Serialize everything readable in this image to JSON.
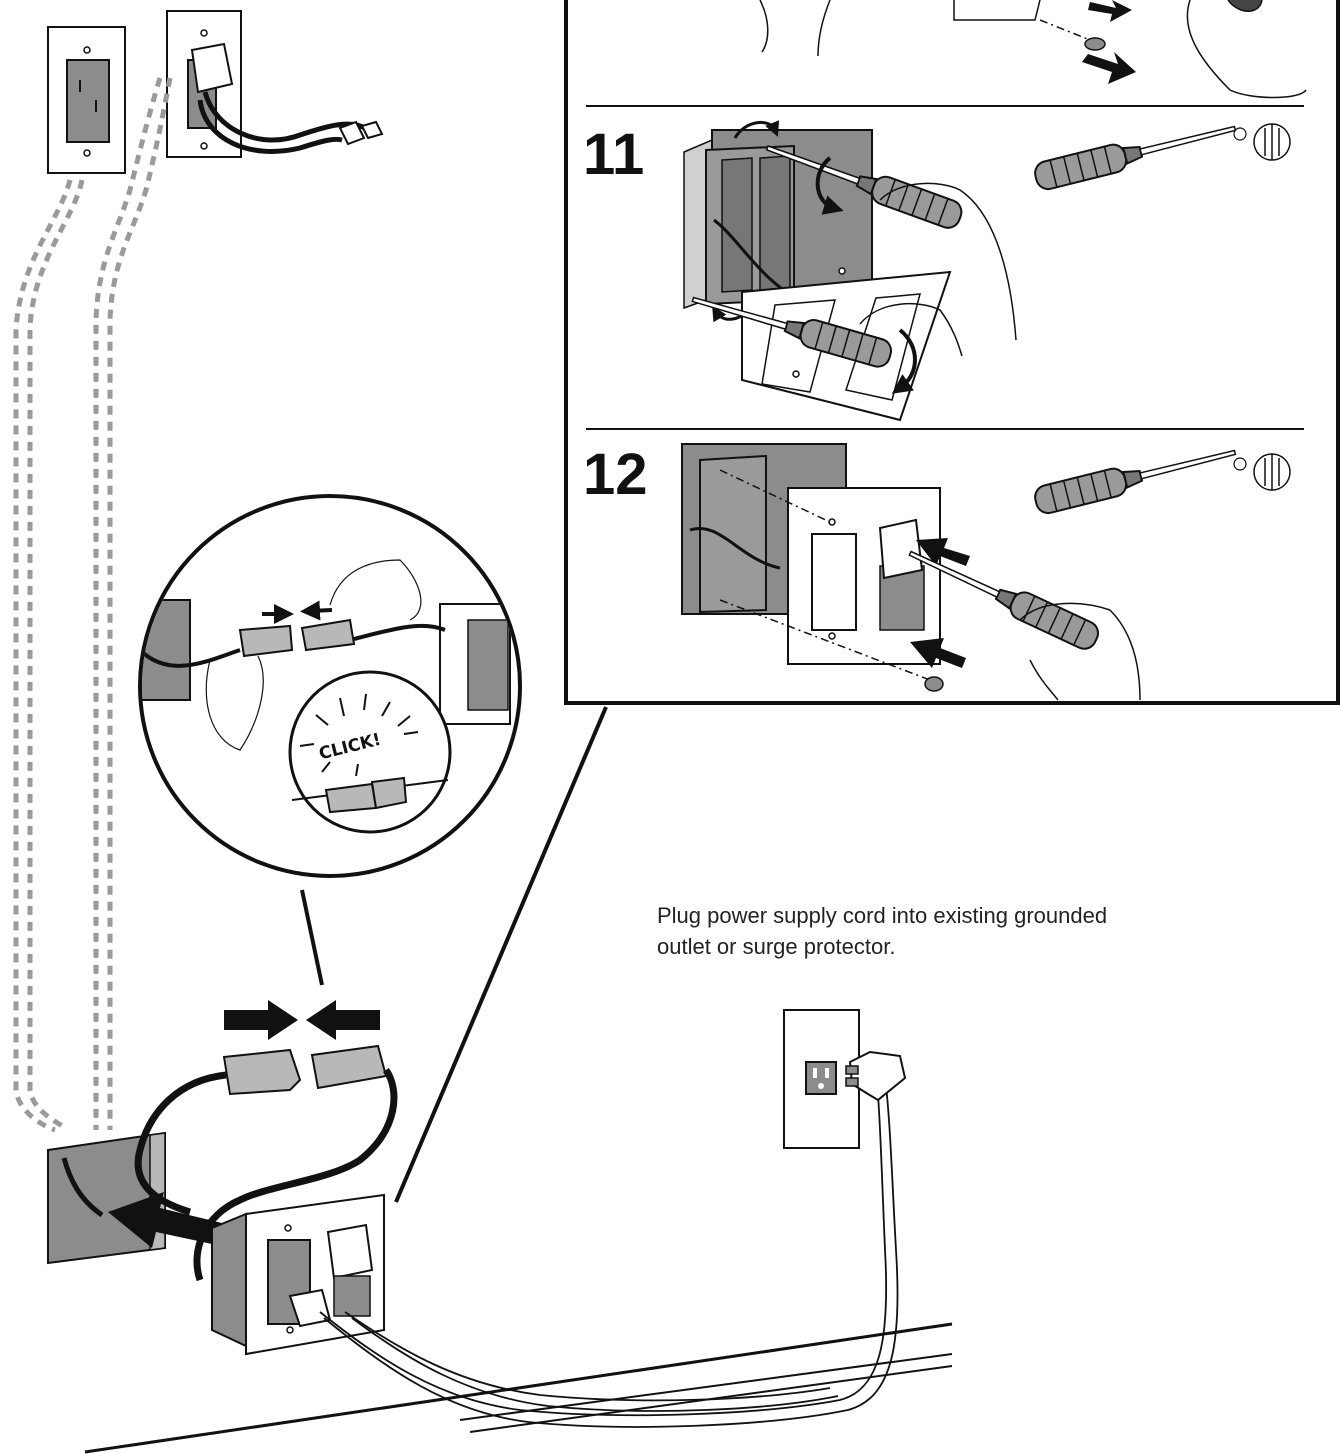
{
  "steps": [
    {
      "number": "11"
    },
    {
      "number": "12"
    }
  ],
  "callout": {
    "click_label": "CLICK!"
  },
  "instruction": {
    "text": "Plug power supply cord into existing grounded outlet or surge protector."
  },
  "colors": {
    "line": "#111111",
    "wall_gray": "#8c8c8c",
    "light_gray": "#b8b8b8",
    "plate_white": "#ffffff",
    "dashed_cable": "#9a9a9a"
  },
  "icons": {
    "screwdriver": "screwdriver-icon",
    "phillips_tip": "phillips-tip-icon",
    "outlet": "outlet-icon",
    "plug": "plug-icon",
    "connector": "connector-icon",
    "rotate_arrow": "rotate-arrow-icon"
  }
}
